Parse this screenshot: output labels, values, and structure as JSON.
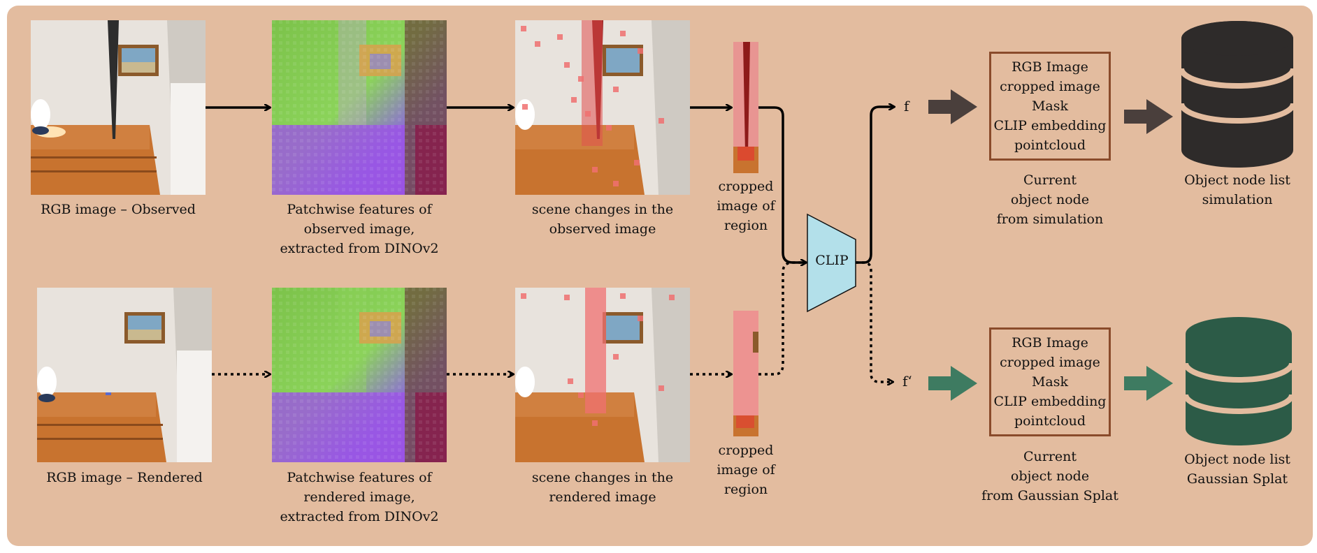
{
  "row_top": {
    "image1_caption": "RGB image – Observed",
    "image2_caption": "Patchwise features of\nobserved image,\nextracted from DINOv2",
    "image3_caption": "scene changes in the\nobserved image",
    "crop_caption": "cropped\nimage of\nregion"
  },
  "row_bottom": {
    "image1_caption": "RGB image – Rendered",
    "image2_caption": "Patchwise features of\nrendered image,\nextracted from DINOv2",
    "image3_caption": "scene changes in the\nrendered image",
    "crop_caption": "cropped\nimage of\nregion"
  },
  "clip": {
    "label": "CLIP",
    "color": "#b3e0ea"
  },
  "outputs": {
    "f_top": "f",
    "f_bottom": "f‘",
    "node_fields": [
      "RGB Image",
      "cropped image",
      "Mask",
      "CLIP embedding",
      "pointcloud"
    ],
    "node_top_caption": "Current\nobject node\nfrom simulation",
    "node_bottom_caption": "Current\nobject node\nfrom Gaussian Splat",
    "db_top_caption": "Object node list\nsimulation",
    "db_bottom_caption": "Object node list\nGaussian Splat",
    "top_arrow_color": "#4a3f3c",
    "bottom_arrow_color": "#3e7b61",
    "db_top_color": "#2e2b2a",
    "db_bottom_color": "#2c5b47"
  },
  "colors": {
    "panel": "#e3bc9f",
    "node_border": "#8a4b2b"
  }
}
